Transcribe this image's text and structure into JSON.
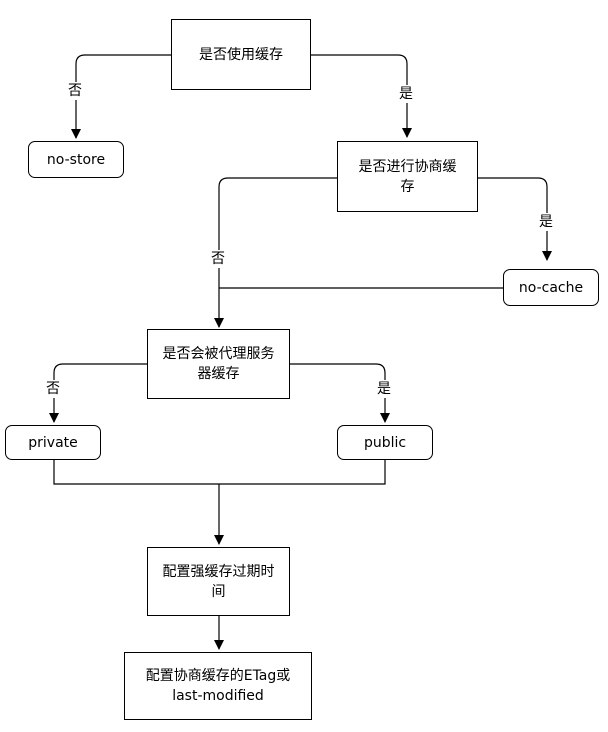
{
  "nodes": {
    "use_cache": "是否使用缓存",
    "no_store": "no-store",
    "negotiated_cache": "是否进行协商缓\n存",
    "no_cache": "no-cache",
    "proxy_cache": "是否会被代理服务\n器缓存",
    "private": "private",
    "public": "public",
    "strong_cache": "配置强缓存过期时\n间",
    "etag": "配置协商缓存的ETag或\nlast-modified"
  },
  "edge_labels": {
    "use_cache_no": "否",
    "use_cache_yes": "是",
    "negotiated_yes": "是",
    "negotiated_no": "否",
    "proxy_no": "否",
    "proxy_yes": "是"
  }
}
